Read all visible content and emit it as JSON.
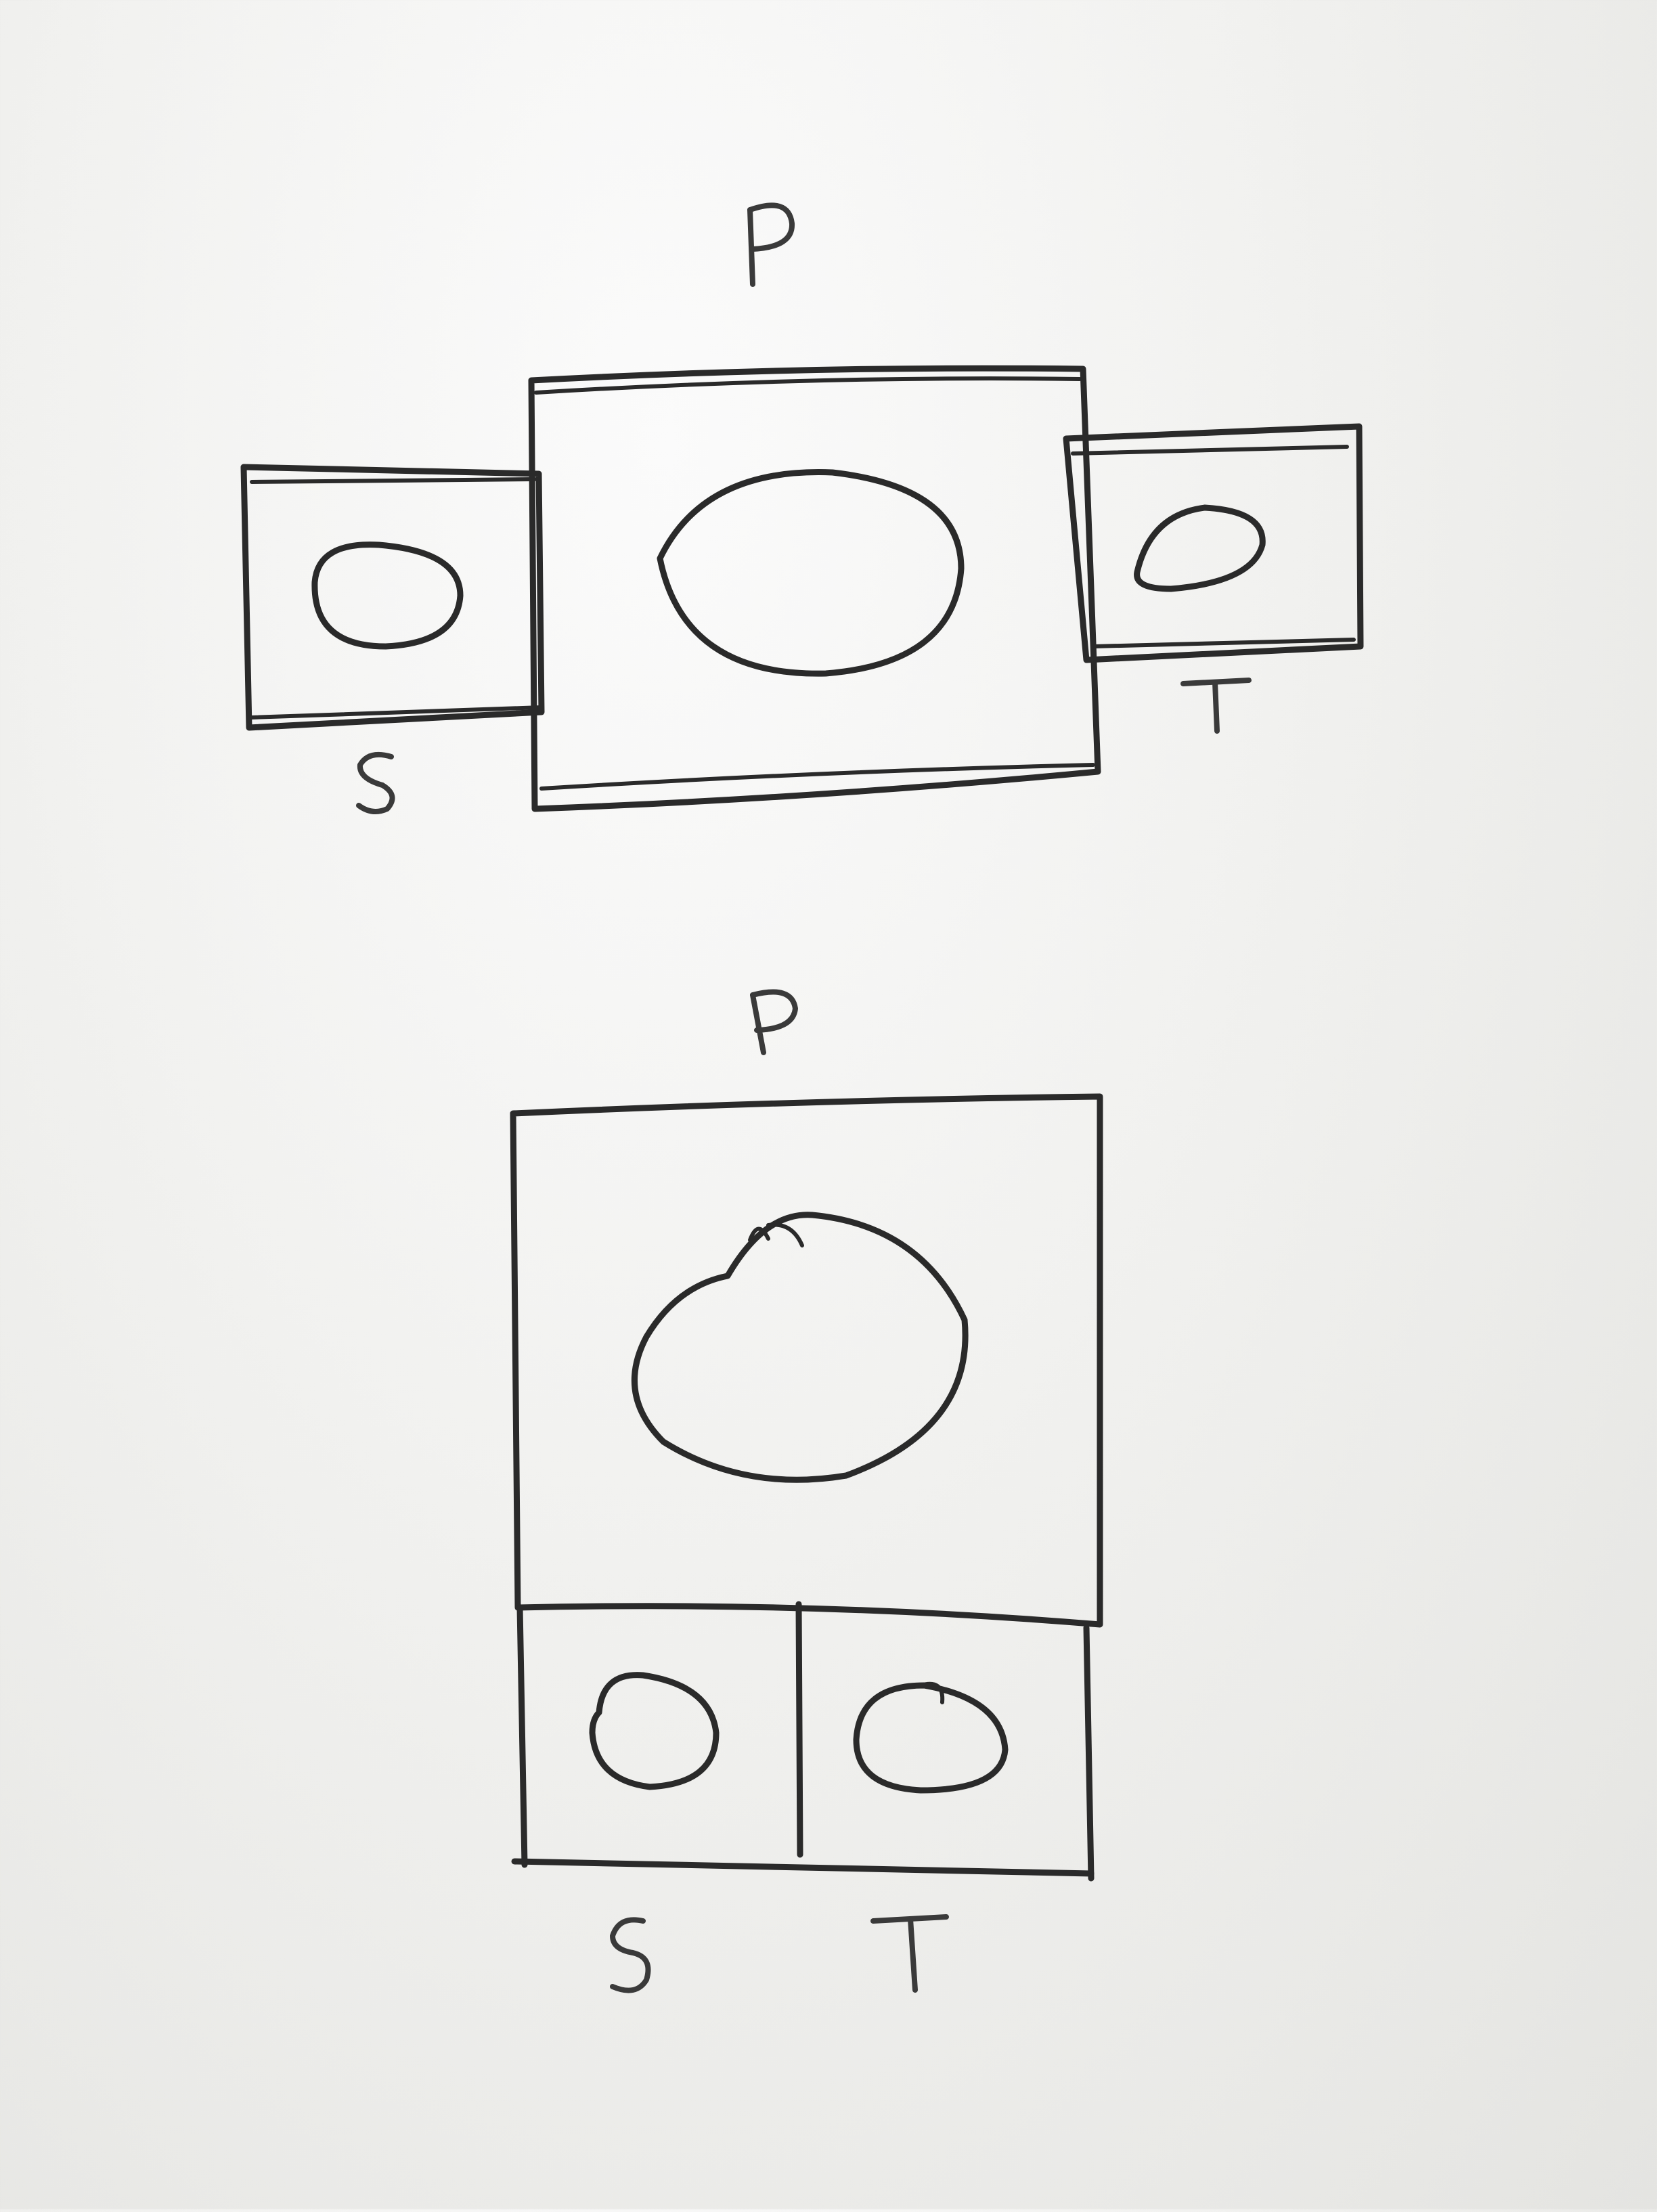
{
  "diagram_top": {
    "primary_label": "P",
    "left_label": "S",
    "right_label": "T"
  },
  "diagram_bottom": {
    "primary_label": "P",
    "left_label": "S",
    "right_label": "T"
  },
  "colors": {
    "paper": "#eeeeec",
    "ink": "#2a2a2a"
  }
}
